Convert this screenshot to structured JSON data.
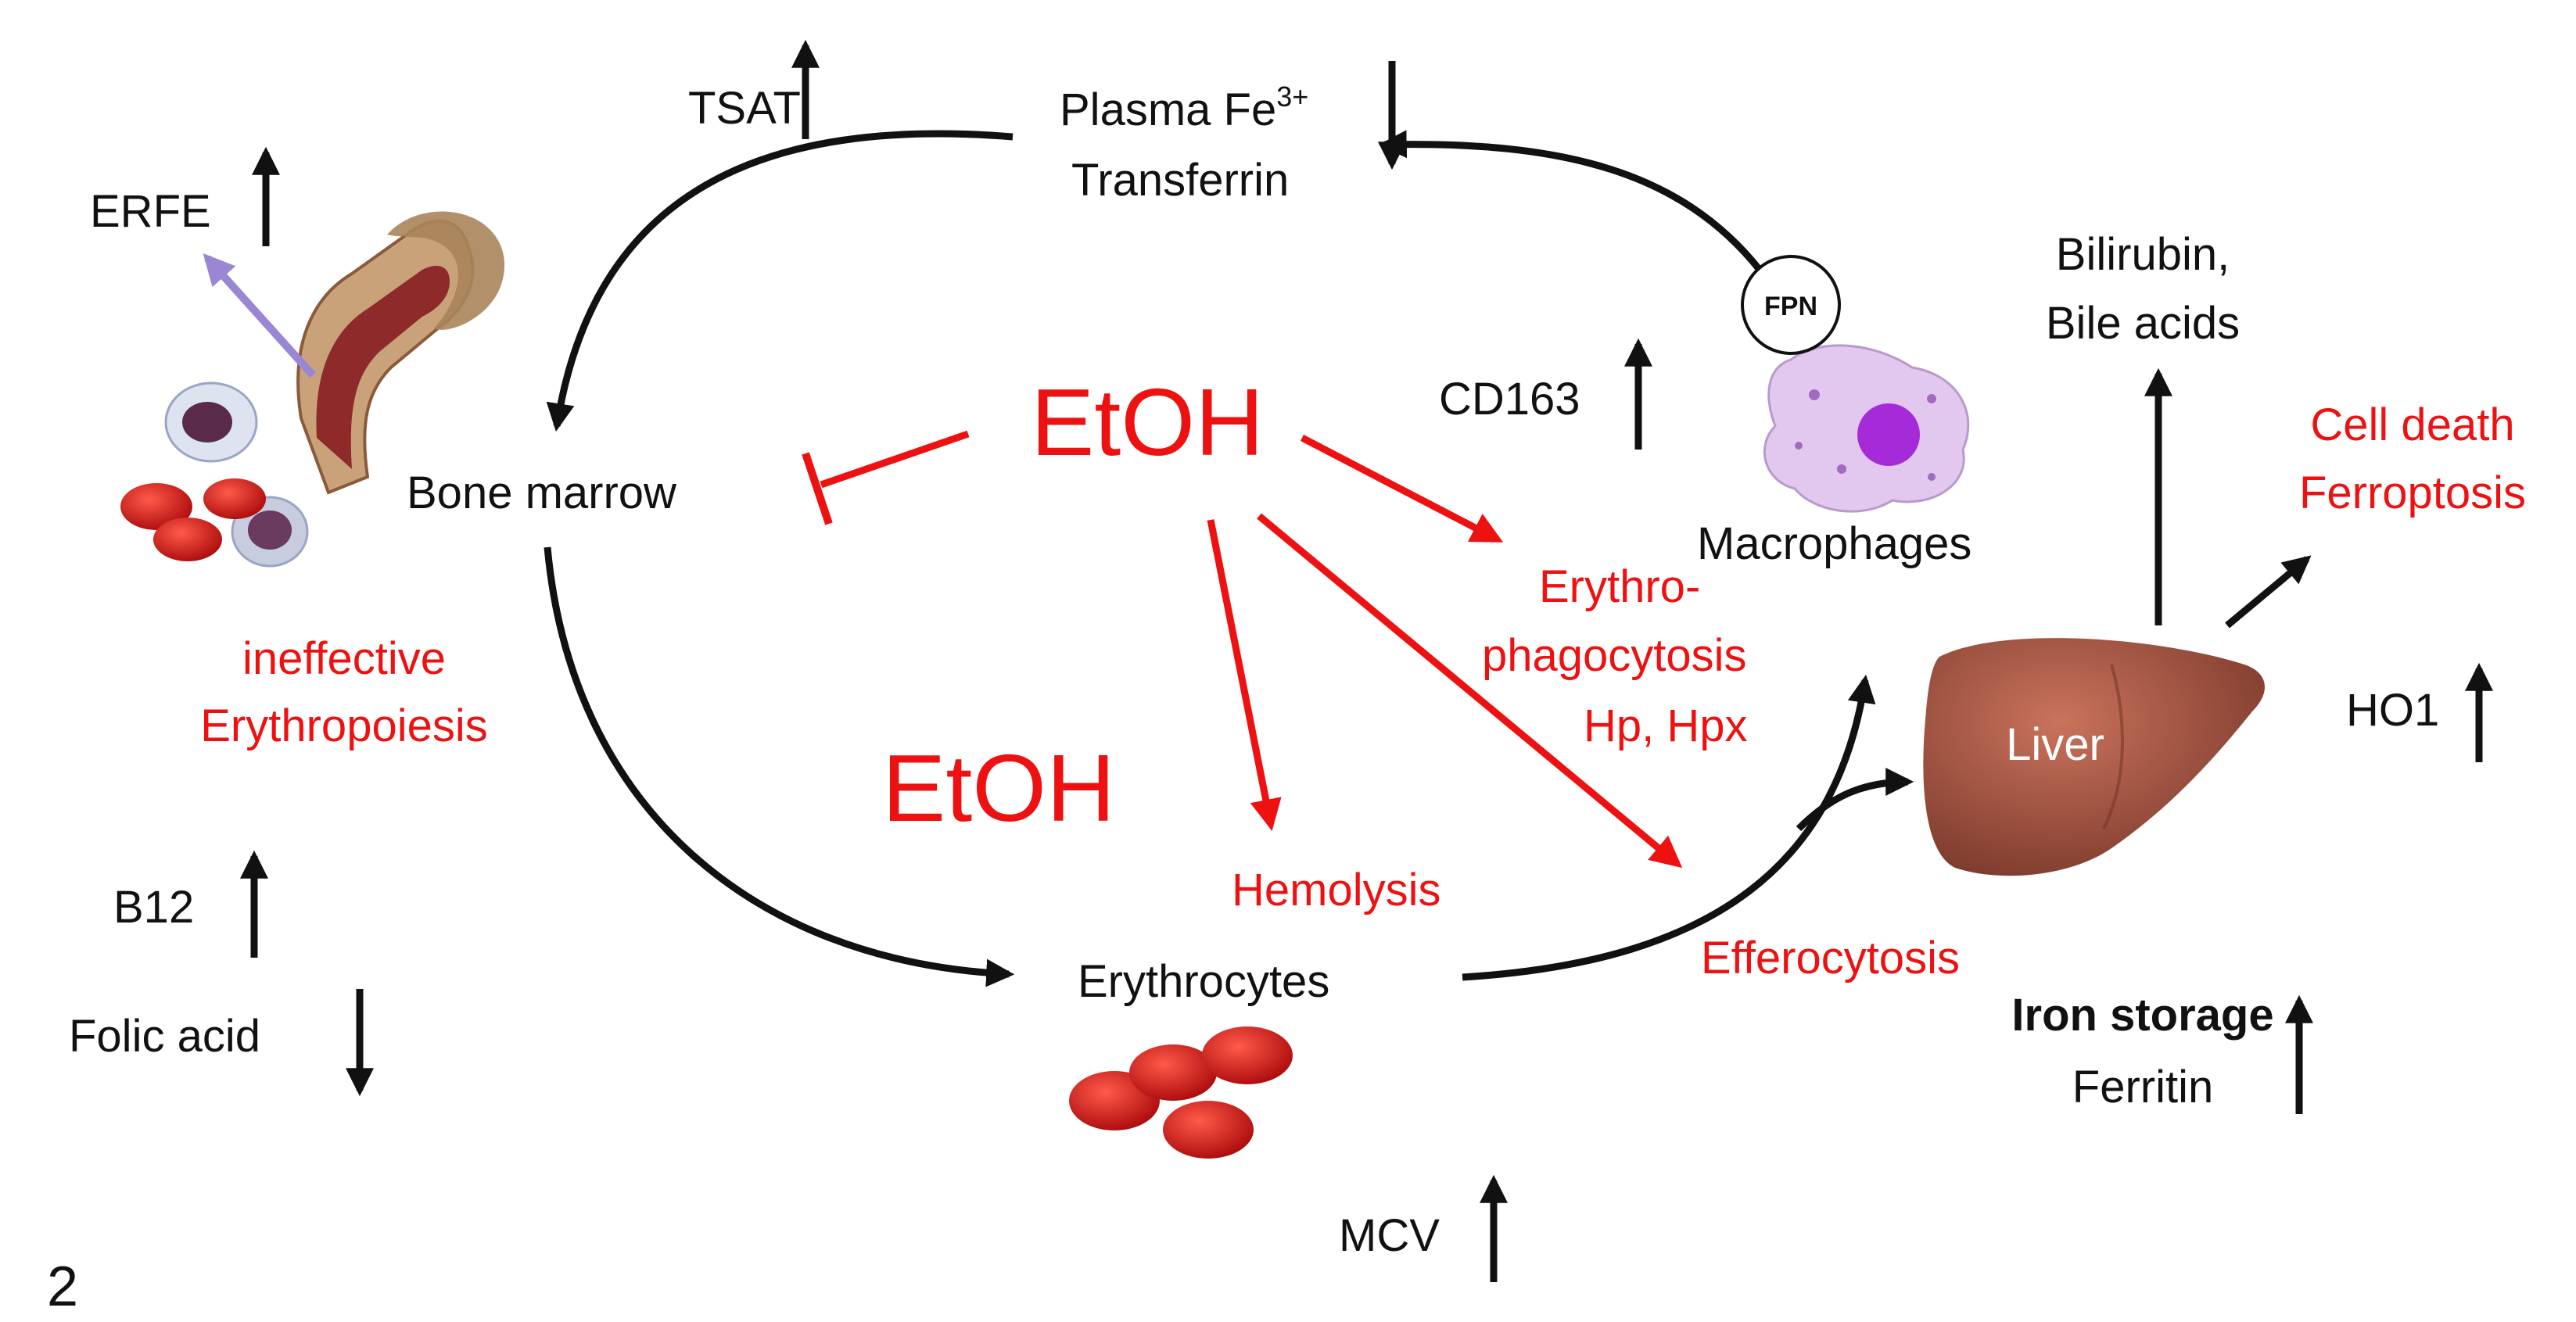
{
  "labels": {
    "tsat": "TSAT",
    "plasma_fe": "Plasma Fe",
    "plasma_fe_sup": "3+",
    "transferrin": "Transferrin",
    "erfe": "ERFE",
    "bone_marrow": "Bone marrow",
    "ineffective_line1": "ineffective",
    "ineffective_line2": "Erythropoiesis",
    "b12": "B12",
    "folic_acid": "Folic acid",
    "etoh_top": "EtOH",
    "etoh_center": "EtOH",
    "cd163": "CD163",
    "fpn": "FPN",
    "macrophages": "Macrophages",
    "erythrophago_line1": "Erythro-",
    "erythrophago_line2": "phagocytosis",
    "erythrophago_line3": "Hp, Hpx",
    "hemolysis": "Hemolysis",
    "erythrocytes": "Erythrocytes",
    "efferocytosis": "Efferocytosis",
    "mcv": "MCV",
    "bilirubin_line1": "Bilirubin,",
    "bilirubin_line2": "Bile acids",
    "cell_death_line1": "Cell death",
    "cell_death_line2": "Ferroptosis",
    "liver": "Liver",
    "ho1": "HO1",
    "iron_storage": "Iron storage",
    "ferritin": "Ferritin",
    "panel_letter": "2"
  },
  "colors": {
    "text": "#111111",
    "red": "#ee1111",
    "liver": "#a85a47",
    "macrophage": "#e2c8ef",
    "nucleus": "#a52bd8",
    "rbc": "#d81e1e",
    "bone": "#c9a27a",
    "marrow": "#8e2a2a",
    "erfe_arrow": "#9a86d4"
  },
  "arrow_directions": {
    "tsat": "up",
    "plasma_fe": "down",
    "erfe": "up",
    "b12": "up",
    "folic_acid": "down",
    "cd163": "up",
    "mcv": "up",
    "ho1": "up",
    "iron_storage": "up"
  }
}
